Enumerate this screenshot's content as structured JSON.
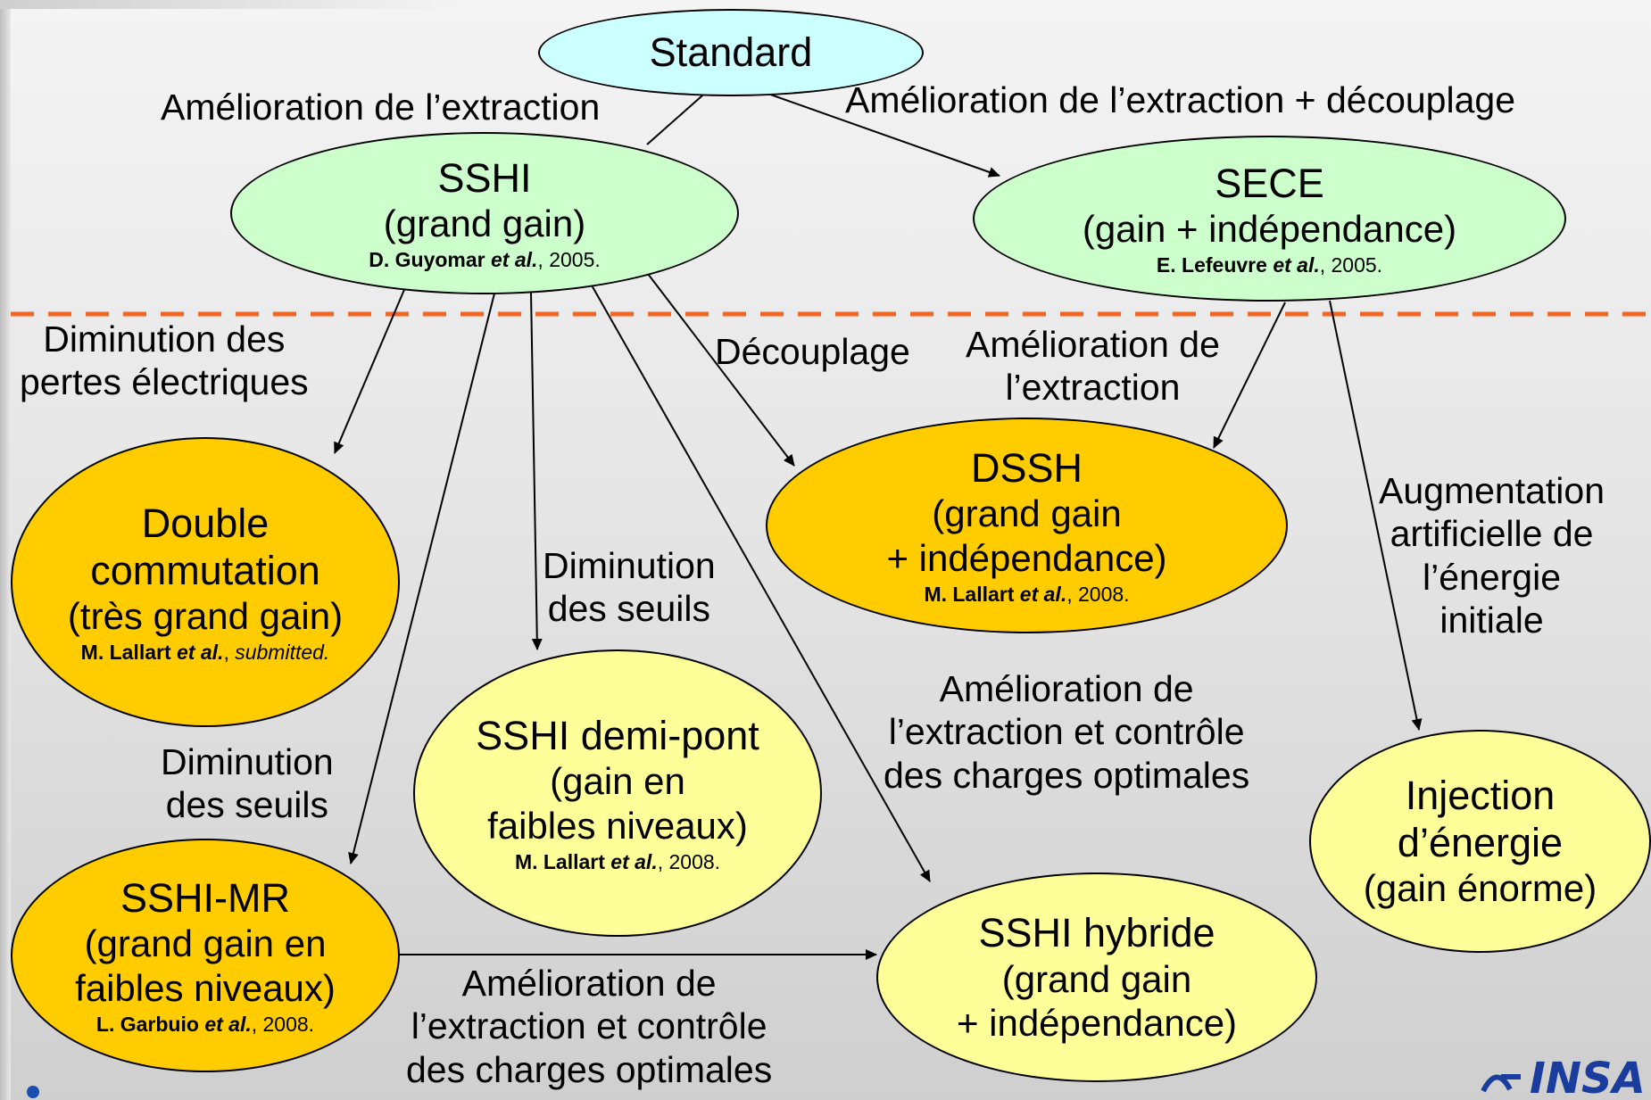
{
  "nodes": {
    "standard": {
      "title": "Standard"
    },
    "sshi": {
      "title": "SSHI",
      "sub": "(grand gain)",
      "cite_author": "D. Guyomar",
      "cite_etal": "et al.",
      "cite_rest": ", 2005."
    },
    "sece": {
      "title": "SECE",
      "sub": "(gain + indépendance)",
      "cite_author": "E. Lefeuvre",
      "cite_etal": "et al.",
      "cite_rest": ", 2005."
    },
    "double": {
      "line1": "Double",
      "line2": "commutation",
      "sub": "(très grand gain)",
      "cite_author": "M. Lallart",
      "cite_etal": "et al.",
      "cite_rest": ", ",
      "cite_extra": "submitted."
    },
    "dssh": {
      "title": "DSSH",
      "sub1": "(grand gain",
      "sub2": "+ indépendance)",
      "cite_author": "M. Lallart",
      "cite_etal": "et al.",
      "cite_rest": ", 2008."
    },
    "demipont": {
      "title": "SSHI demi-pont",
      "sub1": "(gain en",
      "sub2": "faibles niveaux)",
      "cite_author": "M. Lallart",
      "cite_etal": "et al.",
      "cite_rest": ", 2008."
    },
    "sshimr": {
      "title": "SSHI-MR",
      "sub1": "(grand gain en",
      "sub2": "faibles niveaux)",
      "cite_author": "L. Garbuio",
      "cite_etal": "et al.",
      "cite_rest": ", 2008."
    },
    "hybride": {
      "title": "SSHI hybride",
      "sub1": "(grand gain",
      "sub2": "+ indépendance)"
    },
    "injection": {
      "line1": "Injection",
      "line2": "d’énergie",
      "sub": "(gain énorme)"
    }
  },
  "labels": {
    "std_sshi": "Amélioration de l’extraction",
    "std_sece": "Amélioration de l’extraction + découplage",
    "pertes": [
      "Diminution des",
      "pertes électriques"
    ],
    "decouplage": "Découplage",
    "sece_dssh": [
      "Amélioration de",
      "l’extraction"
    ],
    "seuils1": [
      "Diminution",
      "des seuils"
    ],
    "seuils2": [
      "Diminution",
      "des seuils"
    ],
    "augmentation": [
      "Augmentation",
      "artificielle de",
      "l’énergie",
      "initiale"
    ],
    "hybrid_mid": [
      "Amélioration de",
      "l’extraction et contrôle",
      "des charges optimales"
    ],
    "hybrid_bottom": [
      "Amélioration de",
      "l’extraction et contrôle",
      "des charges optimales"
    ]
  },
  "colors": {
    "cyan": "#ccffff",
    "green": "#ccffcc",
    "orange": "#ffcc00",
    "yellow": "#ffff99",
    "divider": "#f26522"
  },
  "logo": {
    "text": "INSA"
  }
}
